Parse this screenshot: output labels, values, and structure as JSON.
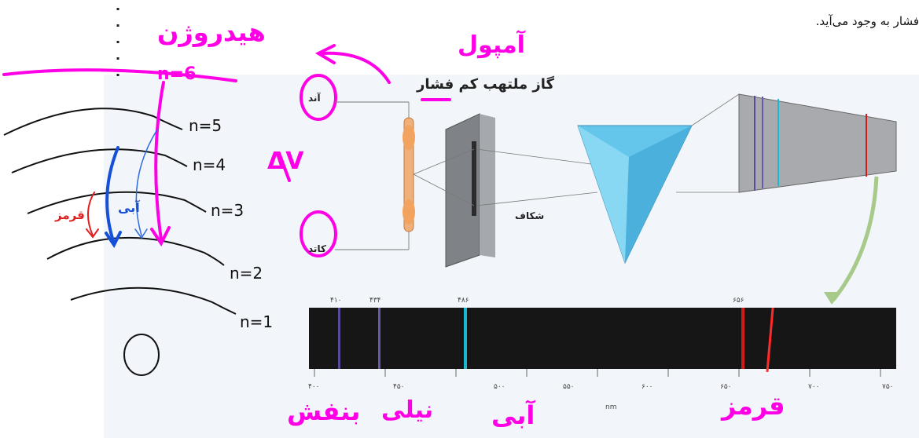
{
  "slide": {
    "header_text": "فشار به وجود می‌آید.",
    "apparatus": {
      "gas_label": "گاز ملتهب کم فشار",
      "anode_label": "آند",
      "cathode_label": "کاتد",
      "slit_label": "شکاف"
    },
    "spectrum": {
      "line_labels": [
        "۴۱۰",
        "۴۳۴",
        "۴۸۶",
        "۶۵۶"
      ],
      "axis_labels": [
        "۴۰۰",
        "۴۵۰",
        "۵۰۰",
        "۵۵۰",
        "۶۰۰",
        "۶۵۰",
        "۷۰۰",
        "۷۵۰"
      ],
      "unit": "nm",
      "line_colors": [
        "#5a4a9c",
        "#6a58b0",
        "#1bb8d0",
        "#d11a1a"
      ]
    }
  },
  "annotations": {
    "hydrogen_label": "هیدروژن",
    "hydrogen_n6": "n=6",
    "energy_levels": [
      "n=5",
      "n=4",
      "n=3",
      "n=2",
      "n=1"
    ],
    "delta_v": "ΔV",
    "ampoule": "آمپول",
    "red_label": "قرمز",
    "blue_label": "آبی",
    "violet_label": "بنفش",
    "indigo_label": "نیلی",
    "red_marker": "قرمز",
    "zero_marker": "O",
    "colors": {
      "pen": "#ff00e6",
      "red": "#e02020",
      "blue": "#1550d8",
      "dark": "#111111"
    }
  }
}
